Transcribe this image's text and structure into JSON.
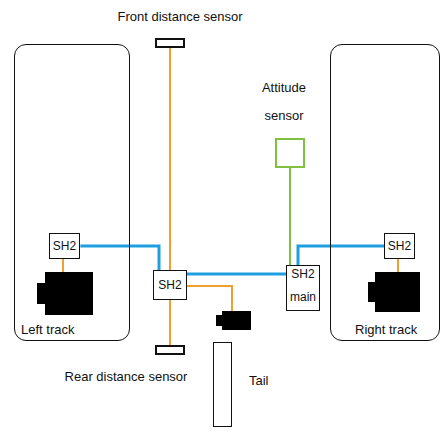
{
  "diagram": {
    "nodes": [
      {
        "text": [
          "Front distance sensor"
        ]
      },
      {
        "text": [
          "Attitude sensor"
        ]
      },
      {
        "text": [
          "Left track"
        ]
      },
      {
        "text": [
          "SH2"
        ],
        "in": 2
      },
      {
        "text": [
          "SH2"
        ]
      },
      {
        "text": [
          "SH2",
          "main"
        ]
      },
      {
        "text": [
          "Right track"
        ]
      },
      {
        "text": [
          "SH2"
        ],
        "in": 6
      },
      {
        "text": [
          "Rear distance sensor"
        ]
      },
      {
        "text": [
          "Tail"
        ]
      }
    ],
    "edges": [
      {
        "from": 0,
        "to": 4,
        "arrow": "none"
      },
      {
        "from": 8,
        "to": 4,
        "arrow": "none"
      },
      {
        "from": 1,
        "to": 5,
        "arrow": "none"
      },
      {
        "from": 3,
        "to": 4,
        "arrow": "none"
      },
      {
        "from": 4,
        "to": 5,
        "arrow": "none"
      },
      {
        "from": 5,
        "to": 7,
        "arrow": "none"
      }
    ]
  }
}
